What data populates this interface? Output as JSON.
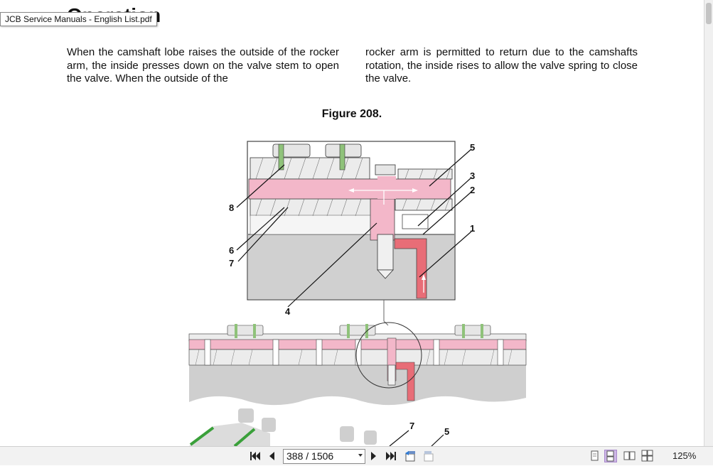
{
  "window": {
    "tooltip": "JCB Service Manuals - English List.pdf"
  },
  "document": {
    "heading_partial": "Operation",
    "col1": "When the camshaft lobe raises the outside of the rocker arm, the inside presses down on the valve stem to open the valve. When the outside of the",
    "col2": "rocker arm is permitted to return due to the camshafts rotation, the inside rises to allow the valve spring to close the valve.",
    "figure_caption": "Figure 208.",
    "callouts": [
      "5",
      "3",
      "2",
      "1",
      "8",
      "6",
      "7",
      "4"
    ],
    "lower_callouts": [
      "7",
      "5"
    ]
  },
  "toolbar": {
    "page_field": "388 / 1506",
    "zoom": "125%"
  },
  "colors": {
    "oil": "#f3b7c9",
    "oil_dark": "#e86d77",
    "block": "#cfcfcf",
    "toolbar_bg": "#f2f2f2",
    "active_view": "#cdb6e6"
  }
}
